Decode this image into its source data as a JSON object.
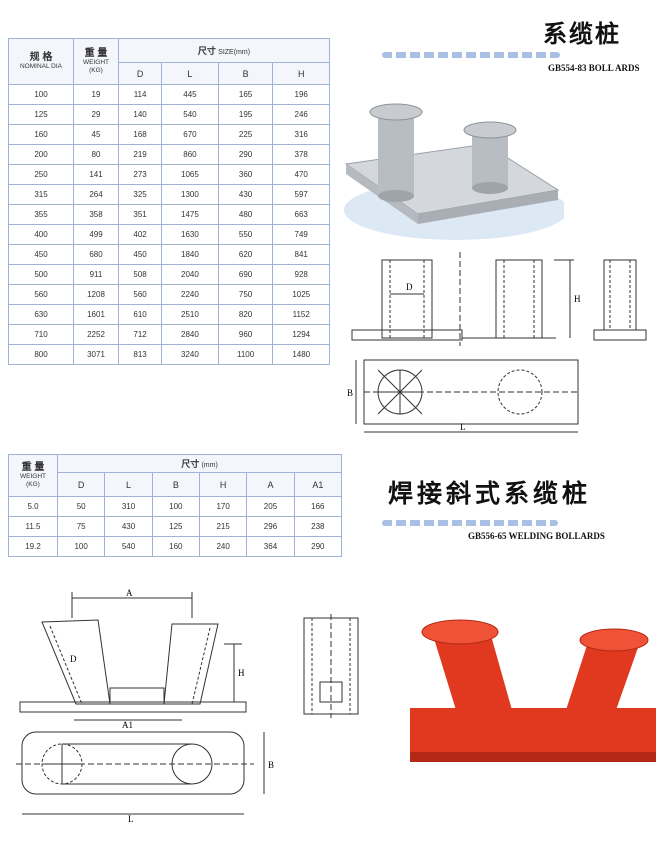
{
  "section1": {
    "title_cn": "系缆桩",
    "title_en": "GB554-83 BOLL ARDS",
    "table": {
      "nominal_cn": "规 格",
      "nominal_en": "NOMINAL DIA",
      "weight_cn": "重 量",
      "weight_en": "WEIGHT",
      "weight_unit": "(KG)",
      "size_cn": "尺寸",
      "size_en": "SIZE(mm)",
      "cols": [
        "D",
        "L",
        "B",
        "H"
      ],
      "rows": [
        [
          "100",
          "19",
          "114",
          "445",
          "165",
          "196"
        ],
        [
          "125",
          "29",
          "140",
          "540",
          "195",
          "246"
        ],
        [
          "160",
          "45",
          "168",
          "670",
          "225",
          "316"
        ],
        [
          "200",
          "80",
          "219",
          "860",
          "290",
          "378"
        ],
        [
          "250",
          "141",
          "273",
          "1065",
          "360",
          "470"
        ],
        [
          "315",
          "264",
          "325",
          "1300",
          "430",
          "597"
        ],
        [
          "355",
          "358",
          "351",
          "1475",
          "480",
          "663"
        ],
        [
          "400",
          "499",
          "402",
          "1630",
          "550",
          "749"
        ],
        [
          "450",
          "680",
          "450",
          "1840",
          "620",
          "841"
        ],
        [
          "500",
          "911",
          "508",
          "2040",
          "690",
          "928"
        ],
        [
          "560",
          "1208",
          "560",
          "2240",
          "750",
          "1025"
        ],
        [
          "630",
          "1601",
          "610",
          "2510",
          "820",
          "1152"
        ],
        [
          "710",
          "2252",
          "712",
          "2840",
          "960",
          "1294"
        ],
        [
          "800",
          "3071",
          "813",
          "3240",
          "1100",
          "1480"
        ]
      ]
    },
    "drawing_labels": {
      "d": "D",
      "h": "H",
      "b": "B",
      "l": "L"
    }
  },
  "section2": {
    "title_cn": "焊接斜式系缆桩",
    "title_en": "GB556-65 WELDING BOLLARDS",
    "table": {
      "weight_cn": "重 量",
      "weight_en": "WEIGHT",
      "weight_unit": "(KG)",
      "size_cn": "尺寸",
      "size_en": "(mm)",
      "cols": [
        "D",
        "L",
        "B",
        "H",
        "A",
        "A1"
      ],
      "rows": [
        [
          "5.0",
          "50",
          "310",
          "100",
          "170",
          "205",
          "166"
        ],
        [
          "11.5",
          "75",
          "430",
          "125",
          "215",
          "296",
          "238"
        ],
        [
          "19.2",
          "100",
          "540",
          "160",
          "240",
          "364",
          "290"
        ]
      ]
    },
    "drawing_labels": {
      "a": "A",
      "d": "D",
      "h": "H",
      "a1": "A1",
      "b": "B",
      "l": "L"
    }
  },
  "colors": {
    "accent_blue": "#a9c0e4",
    "bollard_red": "#e0391f",
    "bollard_grey": "#c3c7cc"
  }
}
